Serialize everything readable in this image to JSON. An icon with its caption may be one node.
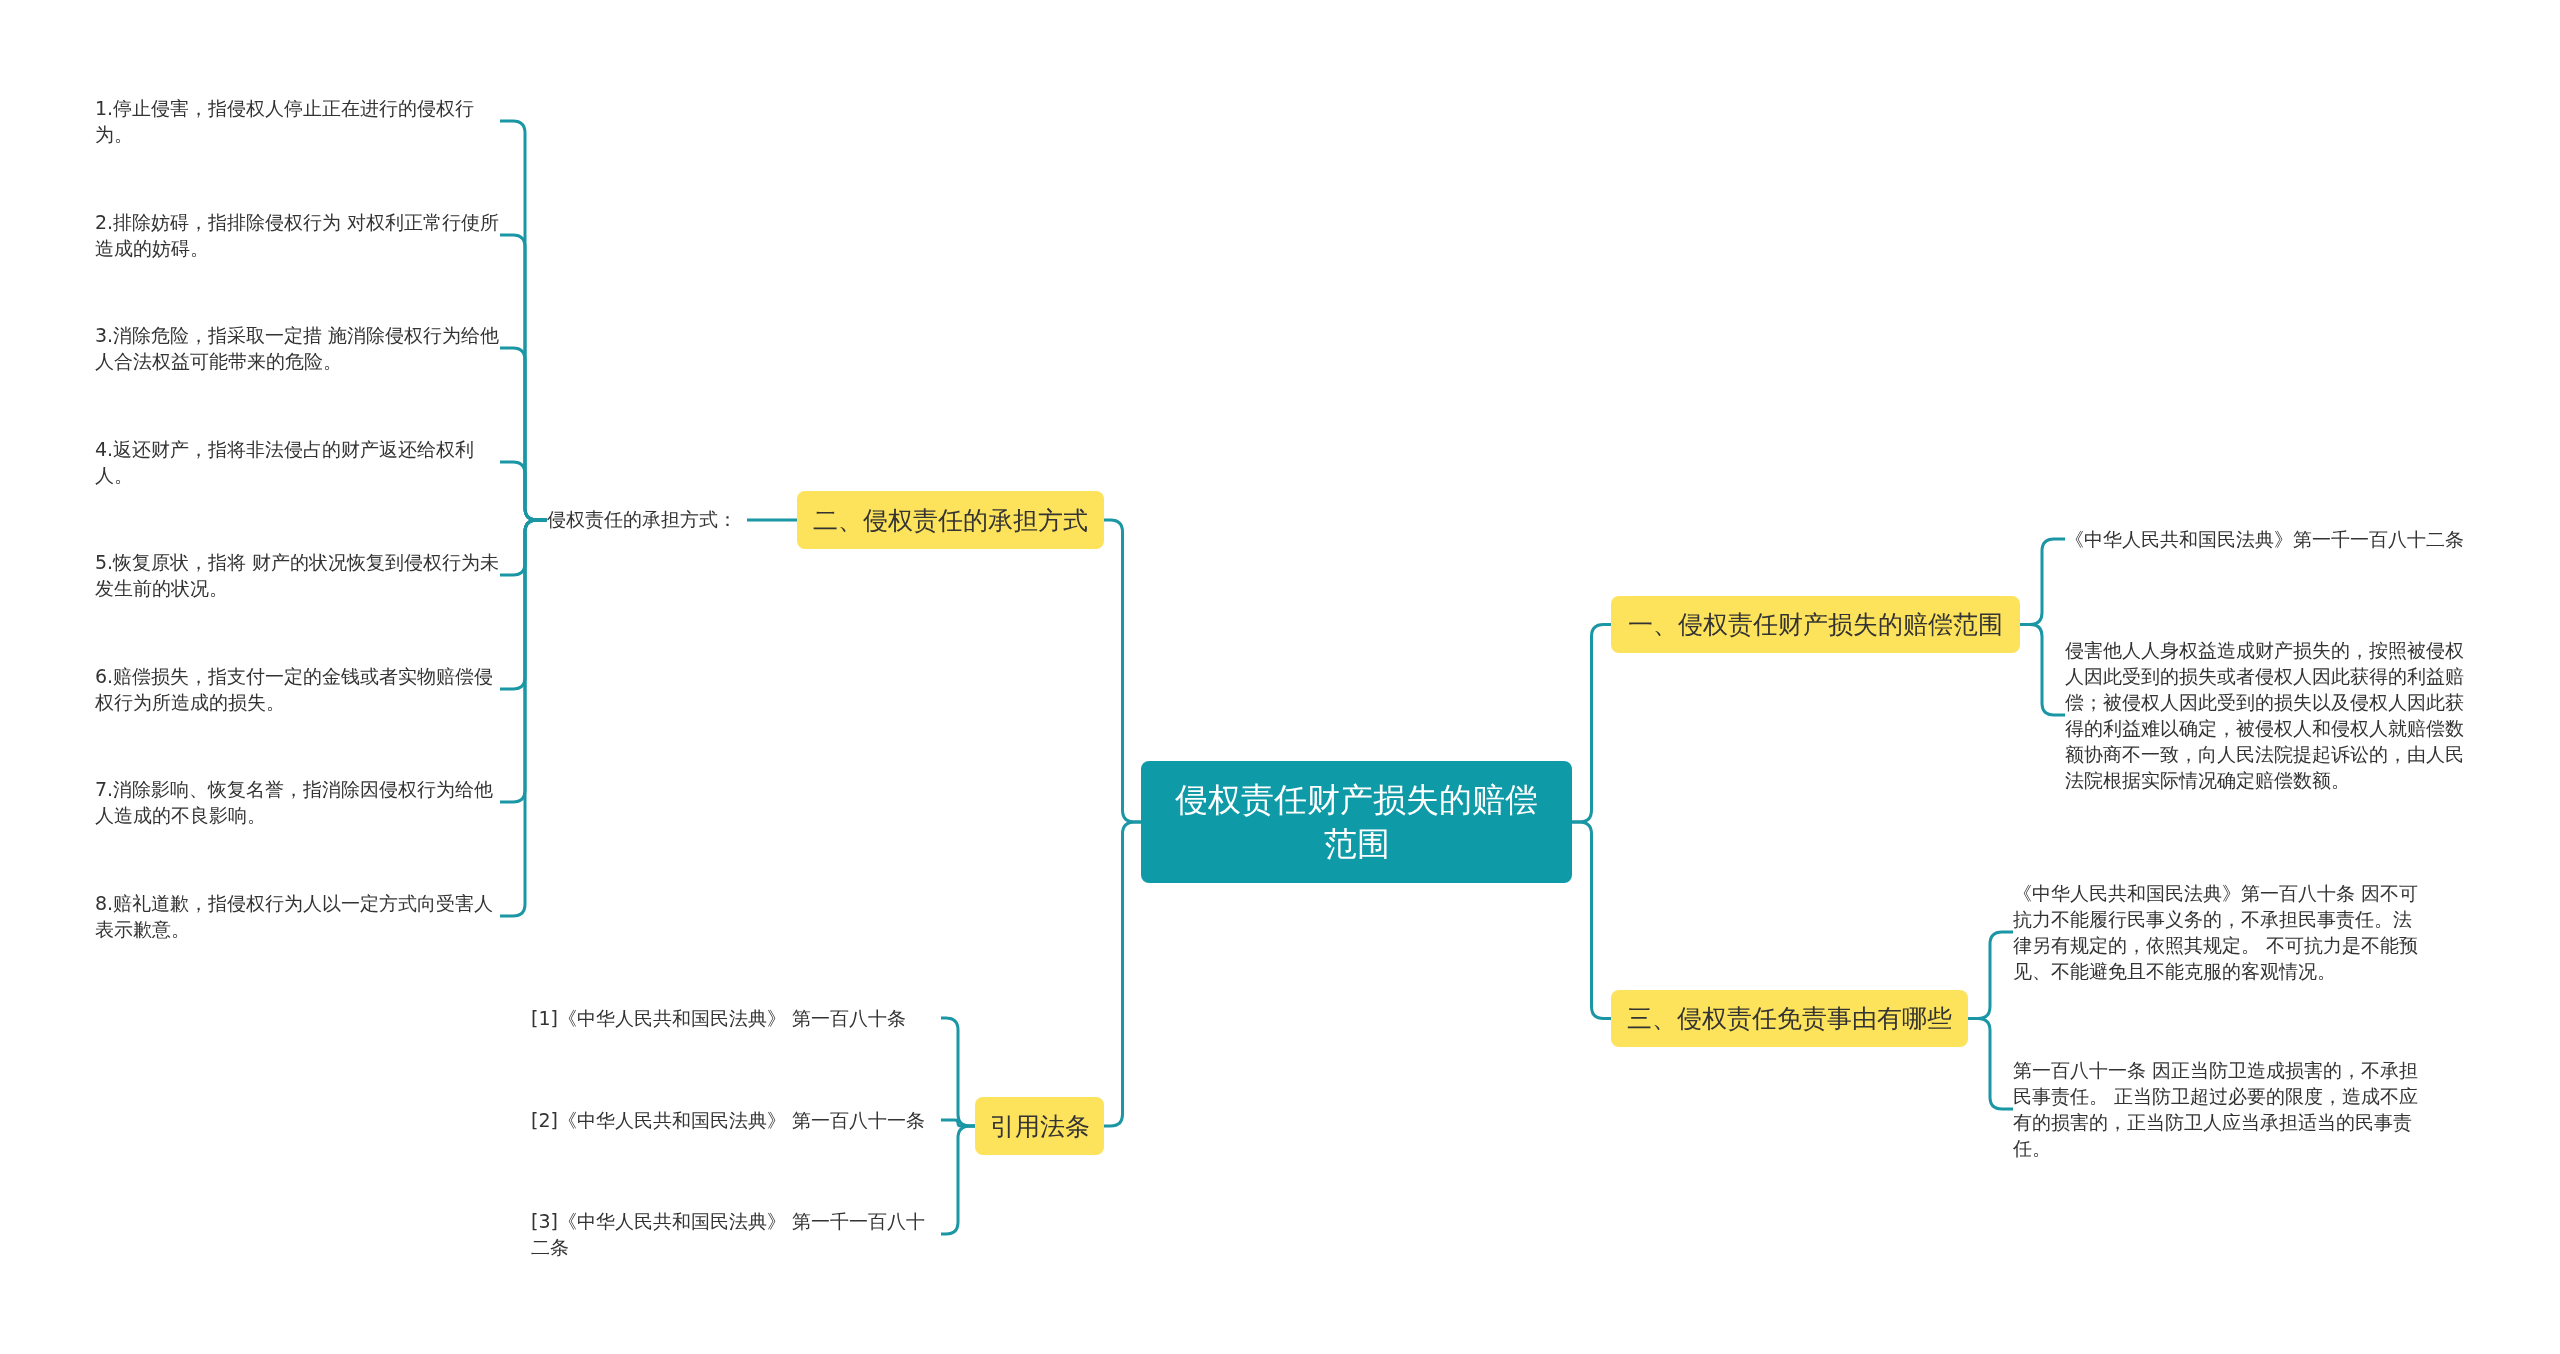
{
  "diagram": {
    "nodes": [
      {
        "text": [
          "侵权责任财产损失的赔偿范围"
        ]
      },
      {
        "text": [
          "一、侵权责任财产损失的赔偿范围"
        ]
      },
      {
        "text": [
          "《中华人民共和国民法典》第一千一百八十二条"
        ]
      },
      {
        "text": [
          "侵害他人人身权益造成财产损失的，按照被侵权人因此受到的损失或者侵权人因此获得的利益赔偿；被侵权人因此受到的损失以及侵权人因此获得的利益难以确定，被侵权人和侵权人就赔偿数额协商不一致，向人民法院提起诉讼的，由人民法院根据实际情况确定赔偿数额。"
        ]
      },
      {
        "text": [
          "三、侵权责任免责事由有哪些"
        ]
      },
      {
        "text": [
          "《中华人民共和国民法典》第一百八十条 因不可抗力不能履行民事义务的，不承担民事责任。法律另有规定的，依照其规定。 不可抗力是不能预见、不能避免且不能克服的客观情况。"
        ]
      },
      {
        "text": [
          "第一百八十一条 因正当防卫造成损害的，不承担民事责任。 正当防卫超过必要的限度，造成不应有的损害的，正当防卫人应当承担适当的民事责任。"
        ]
      },
      {
        "text": [
          "二、侵权责任的承担方式"
        ]
      },
      {
        "text": [
          "侵权责任的承担方式："
        ]
      },
      {
        "text": [
          "1.停止侵害，指侵权人停止正在进行的侵权行为。"
        ]
      },
      {
        "text": [
          "2.排除妨碍，指排除侵权行为 对权利正常行使所造成的妨碍。"
        ]
      },
      {
        "text": [
          "3.消除危险，指采取一定措 施消除侵权行为给他人合法权益可能带来的危险。"
        ]
      },
      {
        "text": [
          "4.返还财产，指将非法侵占的财产返还给权利人。"
        ]
      },
      {
        "text": [
          "5.恢复原状，指将 财产的状况恢复到侵权行为未发生前的状况。"
        ]
      },
      {
        "text": [
          "6.赔偿损失，指支付一定的金钱或者实物赔偿侵权行为所造成的损失。"
        ]
      },
      {
        "text": [
          "7.消除影响、恢复名誉，指消除因侵权行为给他人造成的不良影响。"
        ]
      },
      {
        "text": [
          "8.赔礼道歉，指侵权行为人以一定方式向受害人表示歉意。"
        ]
      },
      {
        "text": [
          "引用法条"
        ]
      },
      {
        "text": [
          "[1]《中华人民共和国民法典》 第一百八十条"
        ]
      },
      {
        "text": [
          "[2]《中华人民共和国民法典》 第一百八十一条"
        ]
      },
      {
        "text": [
          "[3]《中华人民共和国民法典》 第一千一百八十二条"
        ]
      }
    ],
    "edges": [
      {
        "from": 0,
        "to": 1,
        "arrow": "none"
      },
      {
        "from": 1,
        "to": 2,
        "arrow": "none"
      },
      {
        "from": 1,
        "to": 3,
        "arrow": "none"
      },
      {
        "from": 0,
        "to": 4,
        "arrow": "none"
      },
      {
        "from": 4,
        "to": 5,
        "arrow": "none"
      },
      {
        "from": 4,
        "to": 6,
        "arrow": "none"
      },
      {
        "from": 0,
        "to": 7,
        "arrow": "none"
      },
      {
        "from": 7,
        "to": 8,
        "arrow": "none"
      },
      {
        "from": 8,
        "to": 9,
        "arrow": "none"
      },
      {
        "from": 8,
        "to": 10,
        "arrow": "none"
      },
      {
        "from": 8,
        "to": 11,
        "arrow": "none"
      },
      {
        "from": 8,
        "to": 12,
        "arrow": "none"
      },
      {
        "from": 8,
        "to": 13,
        "arrow": "none"
      },
      {
        "from": 8,
        "to": 14,
        "arrow": "none"
      },
      {
        "from": 8,
        "to": 15,
        "arrow": "none"
      },
      {
        "from": 8,
        "to": 16,
        "arrow": "none"
      },
      {
        "from": 0,
        "to": 17,
        "arrow": "none"
      },
      {
        "from": 17,
        "to": 18,
        "arrow": "none"
      },
      {
        "from": 17,
        "to": 19,
        "arrow": "none"
      },
      {
        "from": 17,
        "to": 20,
        "arrow": "none"
      }
    ]
  }
}
